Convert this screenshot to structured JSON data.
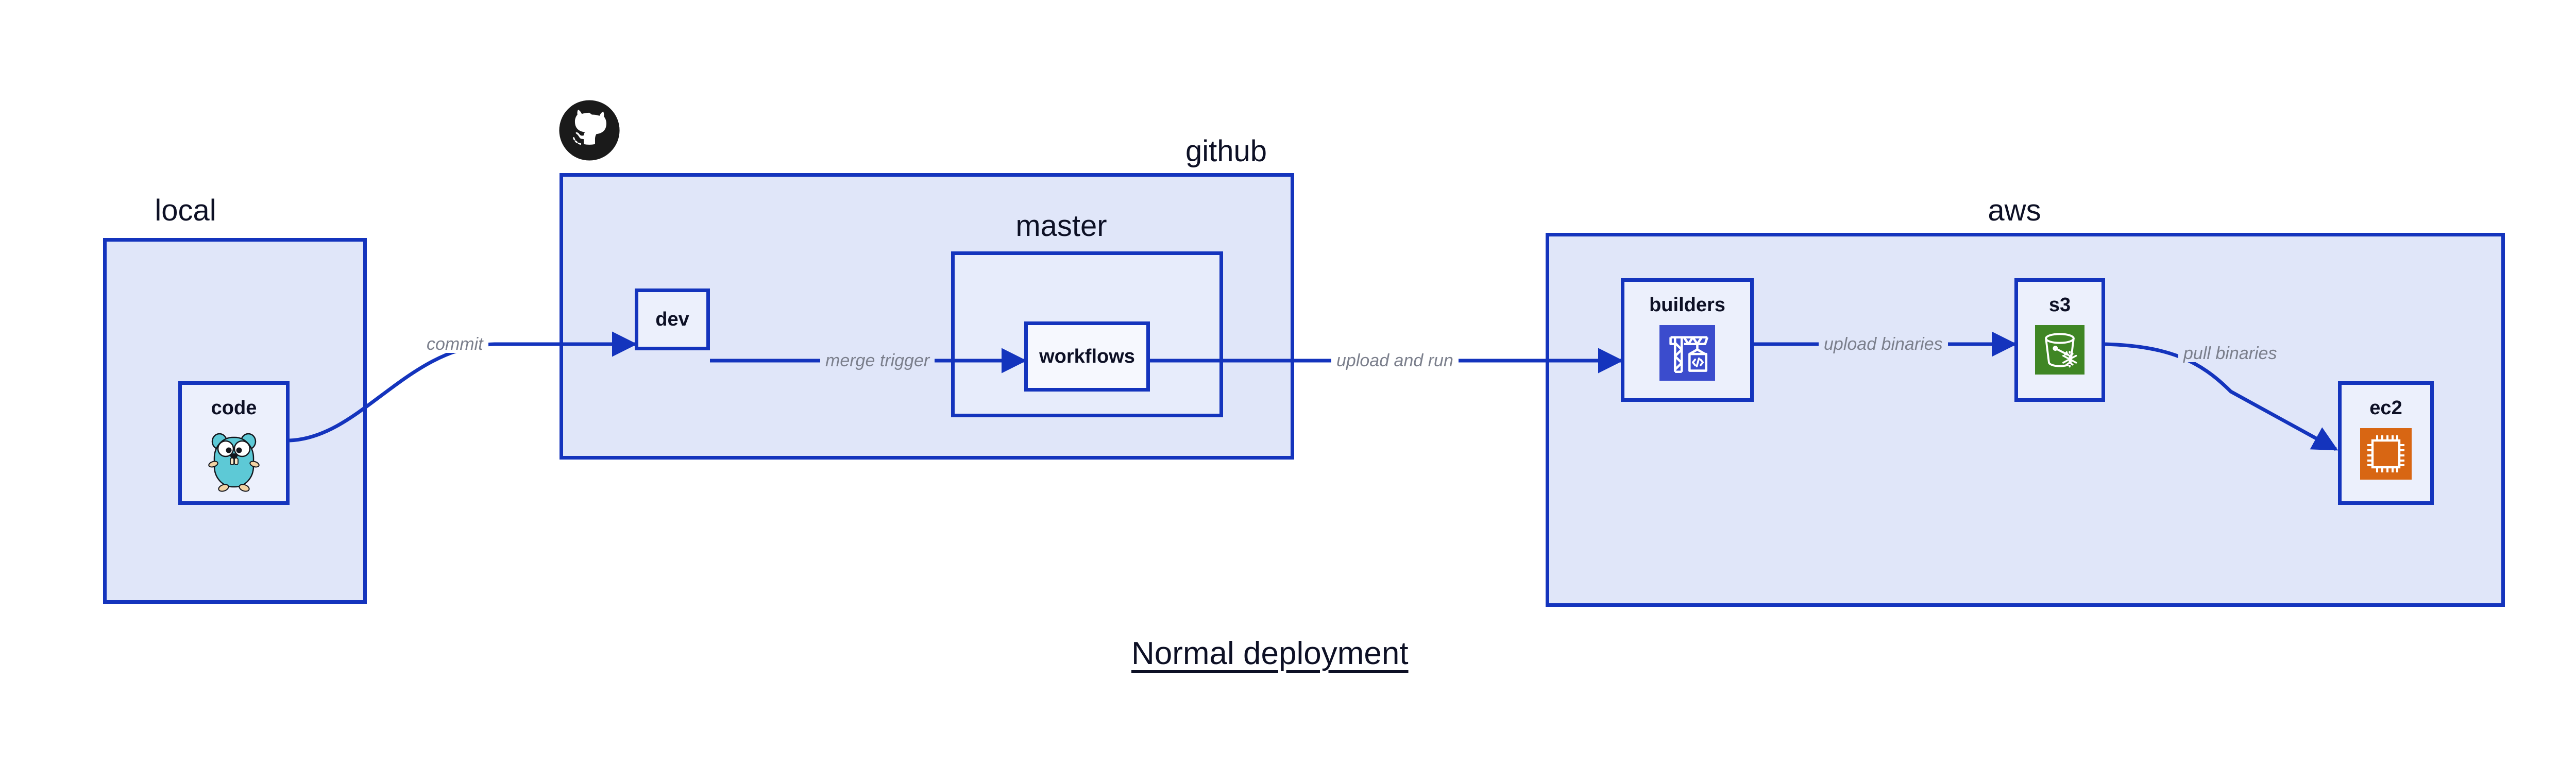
{
  "diagram": {
    "title": "Normal deployment",
    "zones": [
      {
        "id": "local",
        "label": "local"
      },
      {
        "id": "github",
        "label": "github"
      },
      {
        "id": "aws",
        "label": "aws"
      }
    ],
    "subzones": [
      {
        "id": "master",
        "label": "master",
        "parent": "github"
      }
    ],
    "nodes": [
      {
        "id": "code",
        "label": "code",
        "zone": "local",
        "icon": "go-gopher-icon"
      },
      {
        "id": "dev",
        "label": "dev",
        "zone": "github",
        "icon": "none"
      },
      {
        "id": "workflows",
        "label": "workflows",
        "zone": "master",
        "icon": "none"
      },
      {
        "id": "builders",
        "label": "builders",
        "zone": "aws",
        "icon": "aws-codebuild-icon"
      },
      {
        "id": "s3",
        "label": "s3",
        "zone": "aws",
        "icon": "aws-s3-glacier-icon"
      },
      {
        "id": "ec2",
        "label": "ec2",
        "zone": "aws",
        "icon": "aws-ec2-icon"
      }
    ],
    "edges": [
      {
        "id": "commit",
        "from": "code",
        "to": "dev",
        "label": "commit"
      },
      {
        "id": "merge-trigger",
        "from": "dev",
        "to": "workflows",
        "label": "merge trigger"
      },
      {
        "id": "upload-and-run",
        "from": "workflows",
        "to": "builders",
        "label": "upload and run"
      },
      {
        "id": "upload-binaries",
        "from": "builders",
        "to": "s3",
        "label": "upload binaries"
      },
      {
        "id": "pull-binaries",
        "from": "s3",
        "to": "ec2",
        "label": "pull binaries"
      }
    ],
    "logos": [
      {
        "id": "github-logo",
        "name": "github-octocat-logo",
        "zone": "github"
      }
    ],
    "colors": {
      "zone_fill": "#e0e6f9",
      "subzone_fill": "#e7ecfb",
      "node_fill": "#ecf0fc",
      "node_fill_white": "#f6f8fe",
      "border": "#1434bd",
      "edge": "#1434bd",
      "text": "#0d1025",
      "edge_label_text": "#7b7f8c",
      "codebuild_icon_bg": "#3b4ccd",
      "s3_icon_bg": "#3f8624",
      "ec2_icon_bg": "#d86613",
      "gopher_body": "#5dc9d6",
      "octocat": "#1a1a1a",
      "background": "#ffffff"
    }
  }
}
